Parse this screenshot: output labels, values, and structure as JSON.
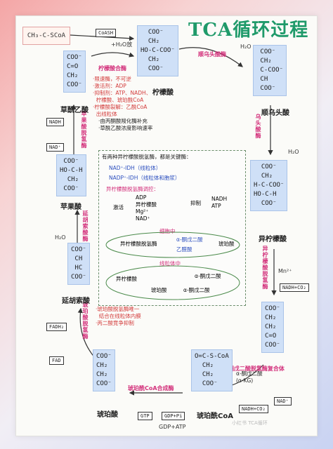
{
  "title": "TCA循环过程",
  "acetyl_coa": "CH₃-C-SCoA",
  "cofactors": {
    "coash": "CoASH",
    "h2o_cit": "+H₂O放",
    "h2o_1": "H₂O",
    "h2o_2": "H₂O",
    "h2o_3": "H₂O",
    "nadh_mal": "NADH",
    "nad_mal": "NAD⁺",
    "mn": "Mn²⁺",
    "nadh_co2_isocit": "NADH+CO₂",
    "fadh2": "FADH₂",
    "fad": "FAD",
    "gtp": "GTP",
    "gdp": "GDP+Pi",
    "nadh_co2_akg": "NADH+CO₂",
    "nad_akg": "NAD⁺",
    "gdp_atp": "GDP+ATP"
  },
  "compounds": {
    "citrate": {
      "formula": "  COO⁻\n  CH₂\nHO-C-COO⁻\n  CH₂\n  COO⁻",
      "name": "柠檬酸"
    },
    "oxaloacetate": {
      "formula": "COO⁻\nC=O\nCH₂\nCOO⁻",
      "name": "草酰乙酸"
    },
    "malate": {
      "formula": " COO⁻\nHO-C-H\n  CH₂\n COO⁻",
      "name": "苹果酸"
    },
    "fumarate": {
      "formula": "COO⁻\n CH\n HC\nCOO⁻",
      "name": "延胡索酸"
    },
    "cis_aconitate": {
      "formula": " COO⁻\n CH₂\n C-COO⁻\n CH\n COO⁻",
      "name": "顺乌头酸"
    },
    "isocitrate": {
      "formula": "  COO⁻\n  CH₂\nH-C-COO⁻\nHO-C-H\n  COO⁻",
      "name": "异柠檬酸"
    },
    "akg": {
      "formula": "COO⁻\nCH₂\nCH₂\nC=O\nCOO⁻",
      "name": "α-酮戊二酸"
    },
    "succinyl_coa": {
      "formula": "O=C-S-CoA\n  CH₂\n  CH₂\n  COO⁻",
      "name": "琥珀酰CoA"
    },
    "succinate": {
      "formula": "COO⁻\nCH₂\nCH₂\nCOO⁻",
      "name": "琥珀酸"
    }
  },
  "enzymes": {
    "citrate_synthase": "柠檬酸合酶",
    "aconitase_1": "顺乌头酸酶",
    "aconitase_2": "乌头酸酶",
    "idh": "异柠檬酸脱氢酶",
    "akgdh": "α-酮戊二酸脱氢酶复合体",
    "sucl": "琥珀酰CoA合成酶",
    "sdh": "琥珀酸脱氢酶",
    "fumarase": "延胡索酸酶",
    "mdh": "苹果酸脱氢酶"
  },
  "notes": {
    "citrate_note": "·限速酶，不可逆\n·激活剂：ADP\n·抑制剂：ATP、NADH、\n  柠檬酸、琥珀酰CoA\n·柠檬酸裂解：乙酰CoA\n  出线粒体",
    "oaa_note": "·由丙酮酸羧化酶补充\n·草酰乙酸浓度影响速率",
    "fum_note": "·琥珀酸脱氢酶唯一\n  结合在线粒体内膜\n·丙二酸竞争抑制",
    "akg_note": "α-酮戊二酸\n(α-KG)"
  },
  "center": {
    "header": "有两种异柠檬酸脱氢酶，都是关键酶：",
    "line1": "NAD⁺-IDH（线粒体）",
    "line2": "NADP⁺-IDH（线粒体和胞浆）",
    "line3": "异柠檬酸脱氢酶调控：",
    "act_label": "激活",
    "act_items": "ADP\n异柠檬酸\nMg²⁺\nNAD⁺",
    "inh_label": "抑制",
    "inh_items": "NADH\nATP",
    "cyto": "细胞中",
    "r1_left": "异柠檬酸脱氢酶",
    "r1_a": "α-酮戊二酸",
    "r1_b": "乙醛酸",
    "r1_right": "琥珀酸",
    "mito": "线粒体中",
    "r2_left": "异柠檬酸",
    "r2_right": "α-酮戊二酸",
    "r2_mid": "琥珀酸",
    "r2_bottom": "α-酮戊二酸"
  },
  "watermark": "小红书 TCA循环"
}
